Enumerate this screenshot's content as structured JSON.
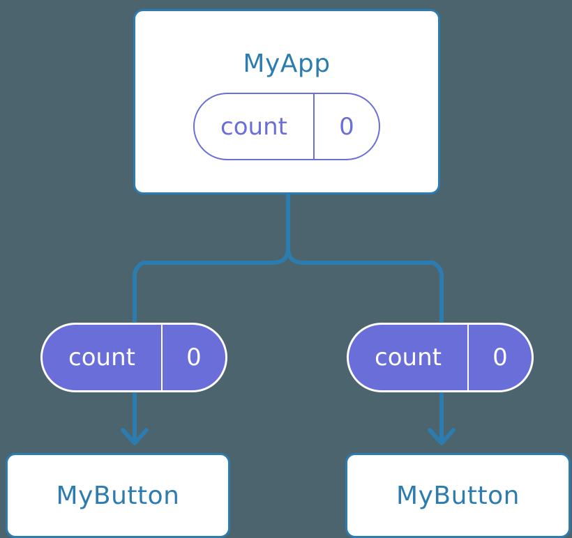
{
  "diagram": {
    "title": "React state and props flow diagram",
    "background_color": "#4b646e",
    "accent_color": "#2d7cb0",
    "state_color": "#6a6ed8",
    "box_fill": "#ffffff"
  },
  "root": {
    "label": "MyApp",
    "state": {
      "key": "count",
      "value": "0"
    }
  },
  "children": [
    {
      "props": {
        "key": "count",
        "value": "0"
      },
      "label": "MyButton"
    },
    {
      "props": {
        "key": "count",
        "value": "0"
      },
      "label": "MyButton"
    }
  ],
  "connectors": {
    "parent_to_split": "vertical-line",
    "split": "bracket",
    "props_to_child": "arrow-down"
  }
}
